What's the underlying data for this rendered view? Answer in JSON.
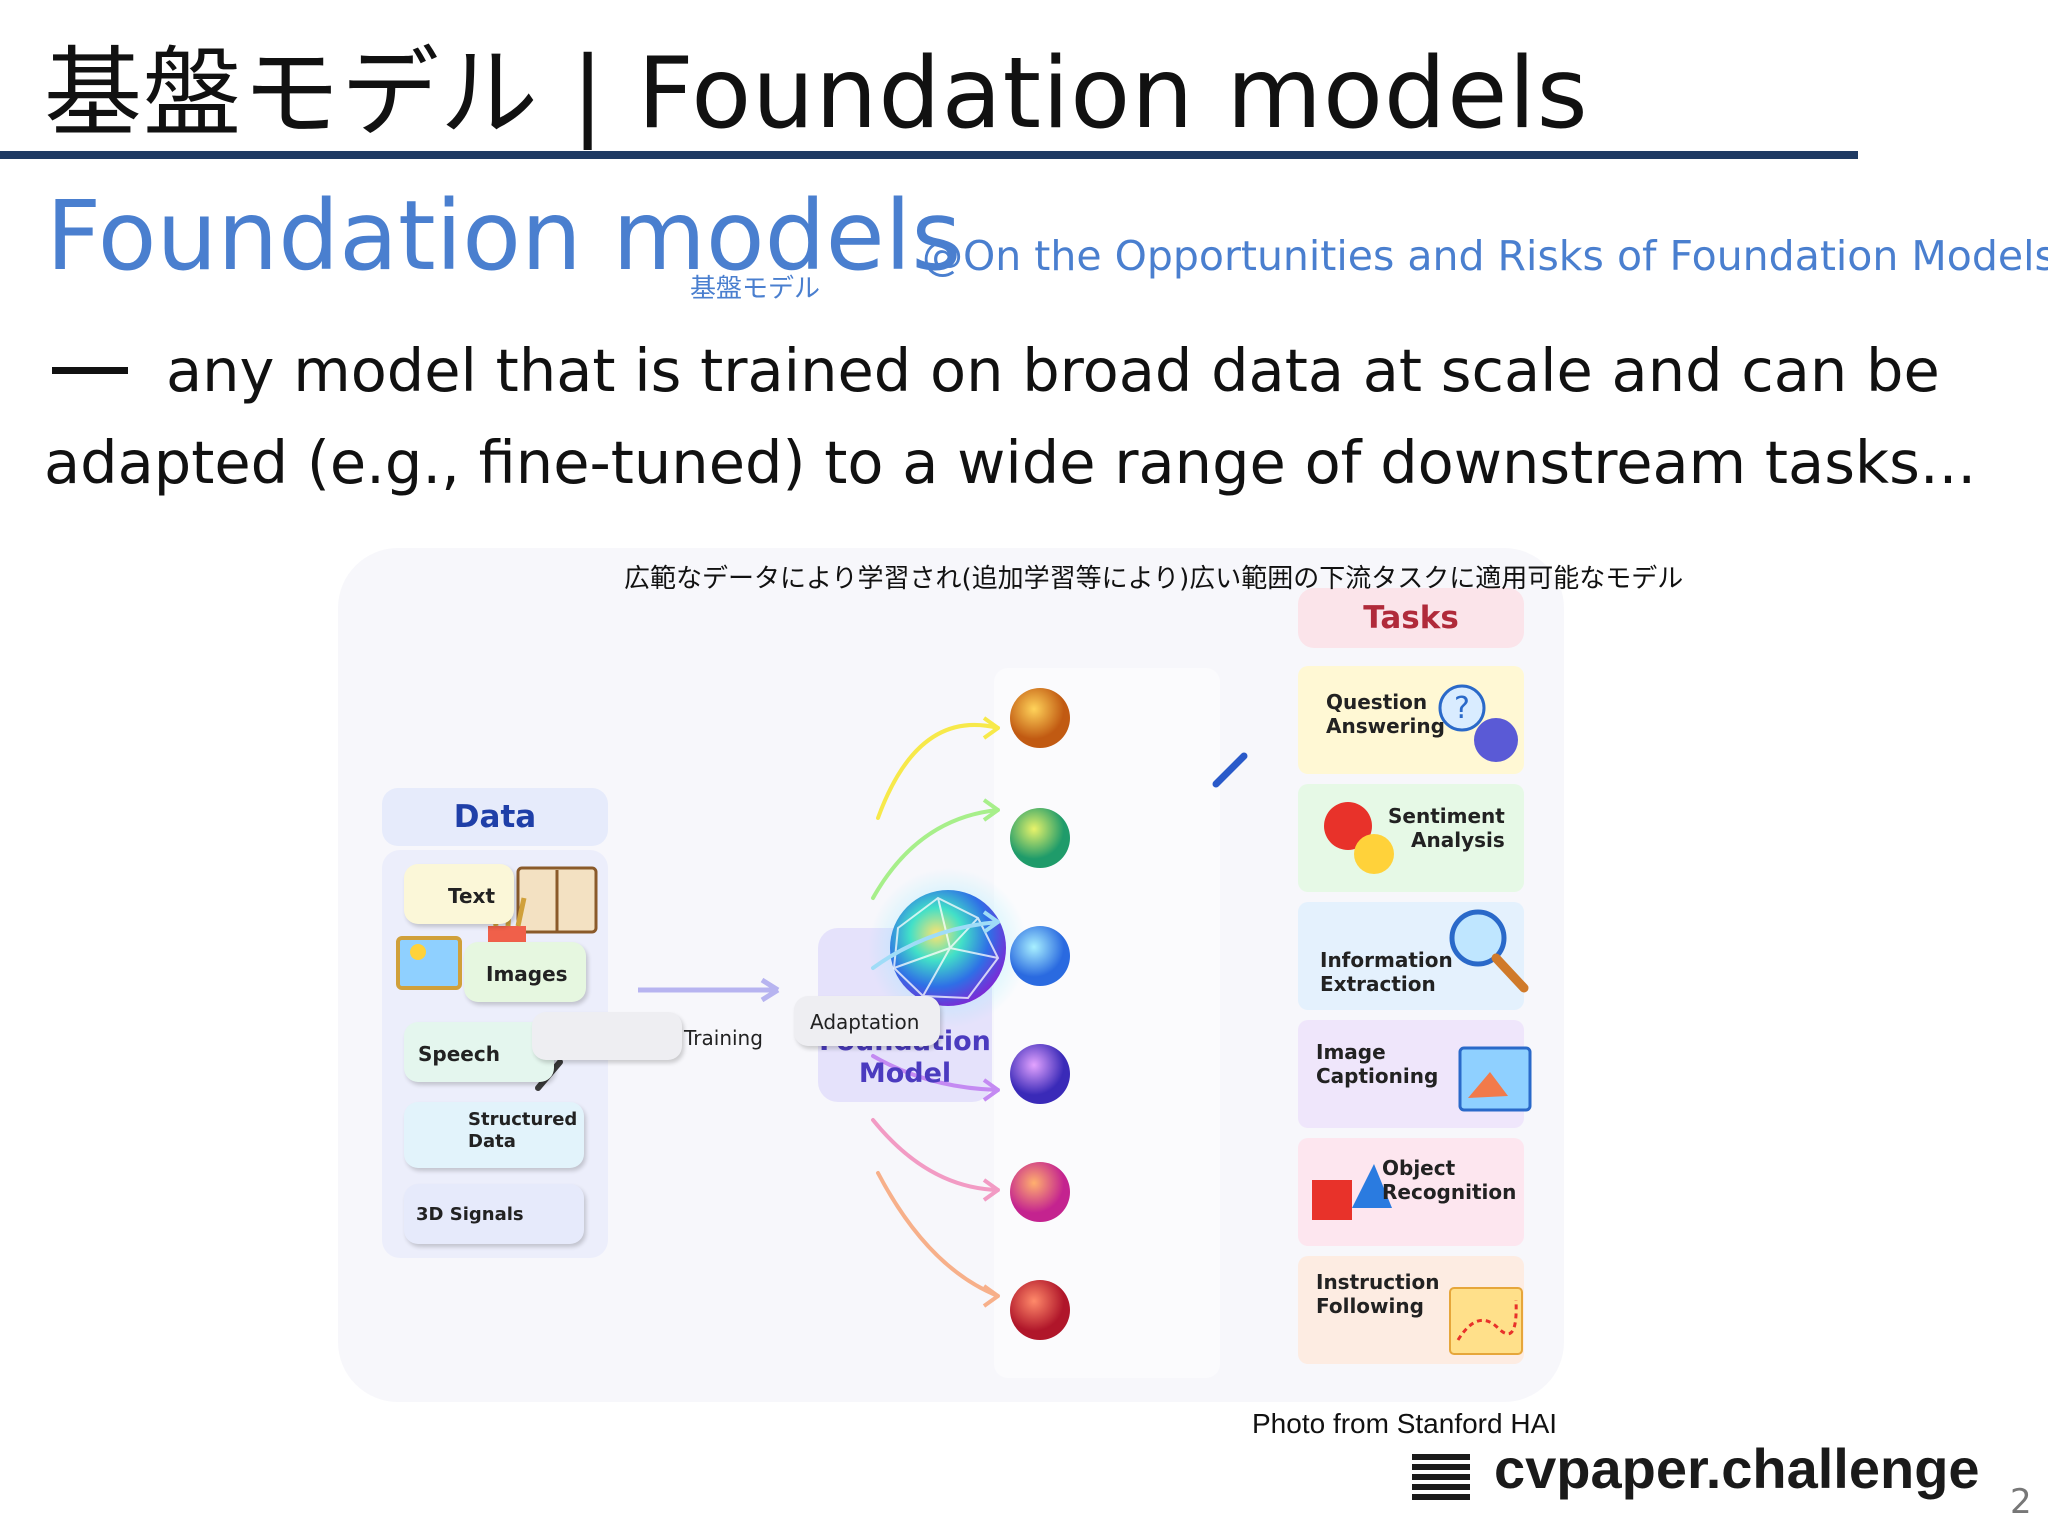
{
  "slide": {
    "title": "基盤モデル | Foundation models",
    "subtitle": "Foundation models",
    "subtitle_ruby": "基盤モデル",
    "citation": "@On the Opportunities and Risks of Foundation Models",
    "definition_line1": "any model that is trained on broad data at scale and can be",
    "definition_line2": "adapted (e.g., fine-tuned) to a wide range of downstream tasks...",
    "figure_caption_jp": "広範なデータにより学習され(追加学習等により)広い範囲の下流タスクに適用可能なモデル",
    "photo_credit": "Photo from Stanford HAI",
    "logo": "cvpaper.challenge",
    "page_number": "2"
  },
  "figure": {
    "data_header": "Data",
    "data_items": [
      "Text",
      "Images",
      "Speech",
      "Structured\nData",
      "3D Signals"
    ],
    "training_label": "Training",
    "model_label": "Foundation\nModel",
    "adaptation_label": "Adaptation",
    "tasks_header": "Tasks",
    "tasks": [
      "Question\nAnswering",
      "Sentiment\nAnalysis",
      "Information\nExtraction",
      "Image\nCaptioning",
      "Object\nRecognition",
      "Instruction\nFollowing"
    ],
    "colors": {
      "title_rule": "#1f3a63",
      "subtitle_blue": "#4a7fcf",
      "data_header_text": "#1f3fa8",
      "tasks_header_text": "#b02a3a",
      "model_text": "#4b3bbf"
    }
  }
}
